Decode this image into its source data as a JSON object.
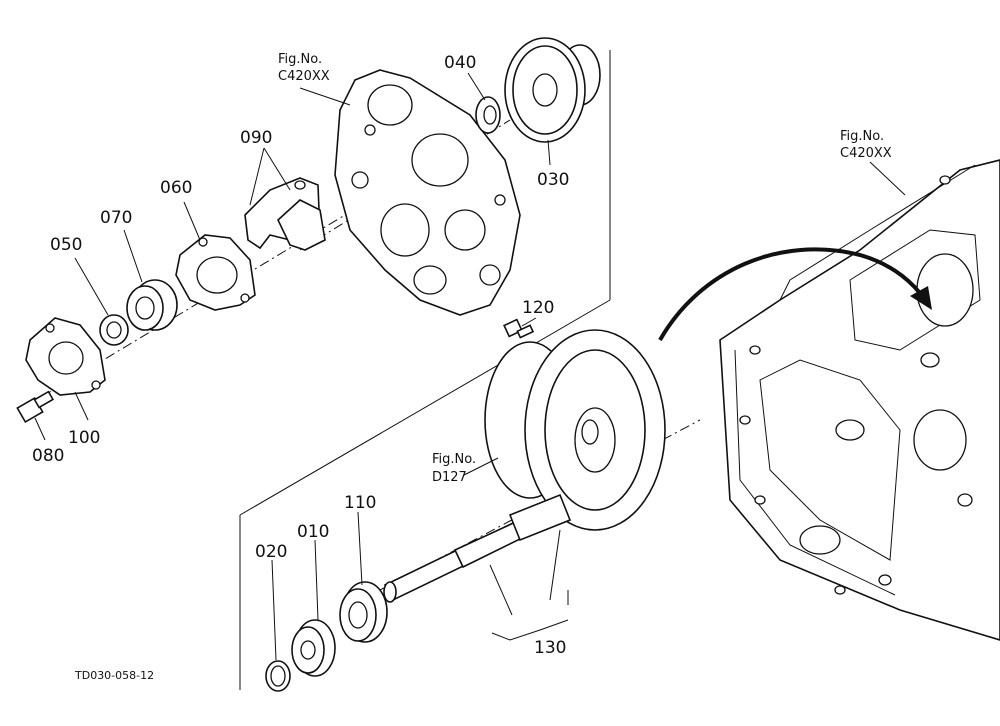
{
  "part_labels": {
    "p010": "010",
    "p020": "020",
    "p030": "030",
    "p040": "040",
    "p050": "050",
    "p060": "060",
    "p070": "070",
    "p080": "080",
    "p090": "090",
    "p100": "100",
    "p110": "110",
    "p120": "120",
    "p130": "130"
  },
  "figure_refs": {
    "ref_top": {
      "line1": "Fig.No.",
      "line2": "C420XX"
    },
    "ref_right": {
      "line1": "Fig.No.",
      "line2": "C420XX"
    },
    "ref_middle": {
      "line1": "Fig.No.",
      "line2": "D127"
    }
  },
  "drawing_code": "TD030-058-12",
  "icons": {
    "assembly_arrow": "curved-arrow-icon"
  }
}
